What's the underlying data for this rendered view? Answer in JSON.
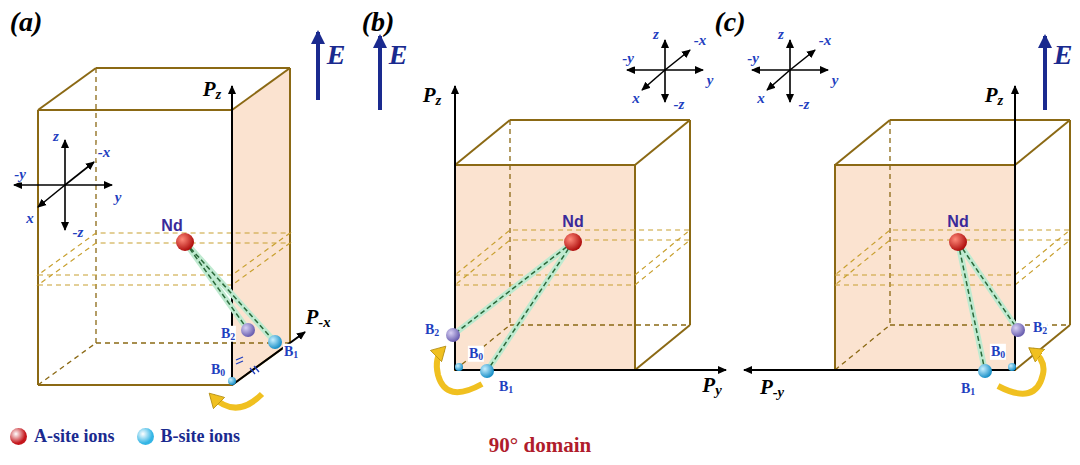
{
  "diagram": {
    "labels": [
      "(a)",
      "E",
      "z",
      "-x",
      "-y",
      "y",
      "x",
      "-z",
      "Pz",
      "P-x",
      "Nd",
      "B2",
      "B1",
      "B0",
      "(b)",
      "E",
      "Pz",
      "z",
      "-y",
      "-x",
      "y",
      "x",
      "-z",
      "Nd",
      "B2",
      "B0",
      "B1",
      "Py",
      "(c)",
      "E",
      "z",
      "-y",
      "-x",
      "y",
      "x",
      "-z",
      "Pz",
      "Nd",
      "B2",
      "B1",
      "B0",
      "P-y",
      "90° domain"
    ],
    "legend": [
      {
        "text": "A-site ions",
        "color": "#c4161c"
      },
      {
        "text": "B-site ions",
        "color": "#33b5e5"
      }
    ]
  }
}
